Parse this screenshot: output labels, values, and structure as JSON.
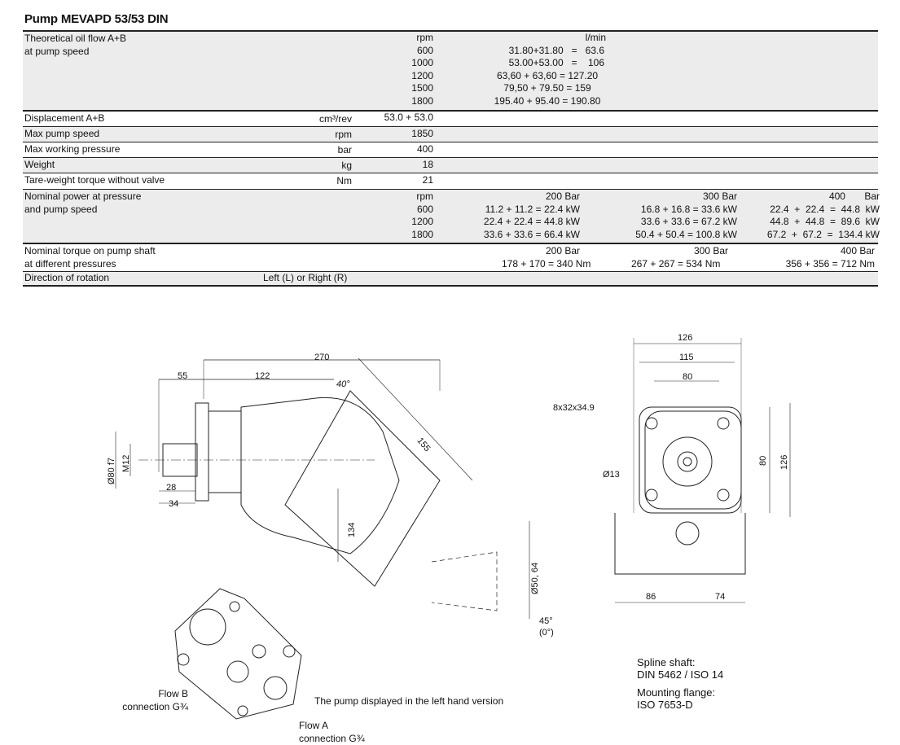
{
  "title": "Pump MEVAPD 53/53 DIN",
  "flow": {
    "label": [
      "Theoretical oil flow A+B",
      "at pump speed"
    ],
    "rpm": [
      "rpm",
      "600",
      "1000",
      "1200",
      "1500",
      "1800"
    ],
    "unit": "l/min",
    "values": [
      "31.80+31.80   =   63.6",
      "53.00+53.00   =    106",
      "63,60 + 63,60 = 127.20",
      "79,50 + 79.50 = 159",
      "195.40 + 95.40 = 190.80"
    ]
  },
  "rows": [
    {
      "label": "Displacement A+B",
      "unit": "cm³/rev",
      "value": "53.0 + 53.0"
    },
    {
      "label": "Max pump speed",
      "unit": "rpm",
      "value": "1850"
    },
    {
      "label": "Max working pressure",
      "unit": "bar",
      "value": "400"
    },
    {
      "label": "Weight",
      "unit": "kg",
      "value": "18"
    },
    {
      "label": "Tare-weight torque without valve",
      "unit": "Nm",
      "value": "21"
    }
  ],
  "power": {
    "label": [
      "Nominal power at pressure",
      "and pump speed"
    ],
    "rpm": [
      "rpm",
      "600",
      "1200",
      "1800"
    ],
    "cols": [
      {
        "head": "200 Bar",
        "values": [
          "11.2 + 11.2 = 22.4 kW",
          "22.4 + 22.4 = 44.8 kW",
          "33.6 + 33.6 = 66.4 kW"
        ]
      },
      {
        "head": "300 Bar",
        "values": [
          "16.8 + 16.8 = 33.6 kW",
          "33.6 + 33.6 = 67.2 kW",
          "50.4 + 50.4 = 100.8 kW"
        ]
      },
      {
        "head": "400       Bar",
        "values": [
          "22.4  +  22.4  =  44.8  kW",
          "44.8  +  44.8  =  89.6  kW",
          "67.2  +  67.2  =  134.4 kW"
        ]
      }
    ]
  },
  "torque": {
    "label": [
      "Nominal torque on pump shaft",
      "at different pressures"
    ],
    "cols": [
      {
        "head": "200 Bar",
        "value": "178 + 170 = 340 Nm"
      },
      {
        "head": "300 Bar",
        "value": "267 + 267 = 534 Nm"
      },
      {
        "head": "400 Bar",
        "value": "356 + 356 = 712 Nm"
      }
    ]
  },
  "rotation": {
    "label": "Direction of rotation",
    "value": "Left (L) or Right (R)"
  },
  "drawing": {
    "side": {
      "d270": "270",
      "d55": "55",
      "d122": "122",
      "angle": "40°",
      "d155": "155",
      "d80": "Ø80 f7",
      "m12": "M12",
      "d28": "28",
      "d34": "34",
      "d134": "134",
      "d50": "Ø50, 64",
      "a45": "45°",
      "a0": "(0°)"
    },
    "front": {
      "d126": "126",
      "d115": "115",
      "d80": "80",
      "spline": "8x32x34.9",
      "d13": "Ø13",
      "v80": "80",
      "v126": "126",
      "d86": "86",
      "d74": "74"
    },
    "flowB": [
      "Flow B",
      "connection G¾"
    ],
    "flowA": [
      "Flow A",
      "connection G¾"
    ],
    "caption": "The pump displayed in the left hand version",
    "spline_note": [
      "Spline shaft:",
      "DIN 5462 / ISO 14"
    ],
    "flange_note": [
      "Mounting flange:",
      "ISO 7653-D"
    ]
  }
}
